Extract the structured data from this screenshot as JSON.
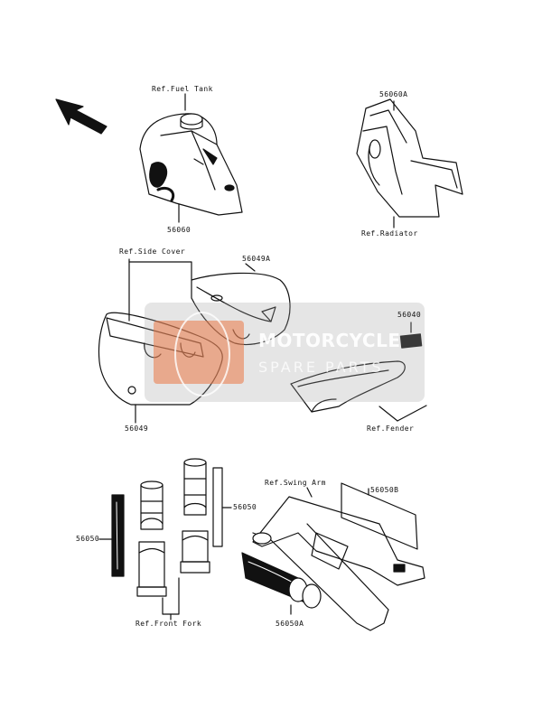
{
  "labels": {
    "ref_fuel_tank": "Ref.Fuel Tank",
    "p56060": "56060",
    "p56060a": "56060A",
    "ref_radiator": "Ref.Radiator",
    "ref_side_cover": "Ref.Side Cover",
    "p56049a": "56049A",
    "p56040": "56040",
    "p56049": "56049",
    "ref_fender": "Ref.Fender",
    "p56050_right": "56050",
    "p56050_left": "56050",
    "ref_swing_arm": "Ref.Swing Arm",
    "p56050b": "56050B",
    "ref_front_fork": "Ref.Front Fork",
    "p56050a": "56050A"
  },
  "watermark": {
    "line1": "MOTORCYCLE",
    "line2": "SPARE PARTS"
  },
  "icons": {
    "direction": "arrow-upper-left-icon"
  }
}
